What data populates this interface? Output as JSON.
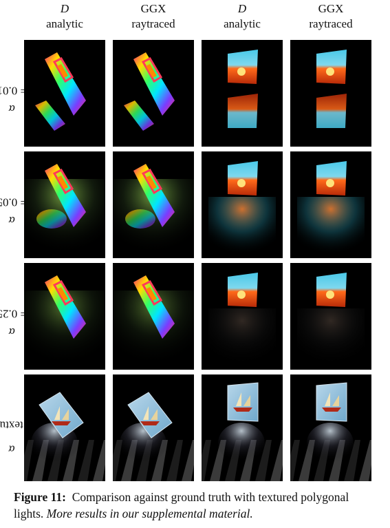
{
  "columns": [
    {
      "line1": "D",
      "line2": "analytic",
      "italic": true
    },
    {
      "line1": "GGX",
      "line2": "raytraced",
      "italic": false
    },
    {
      "line1": "D",
      "line2": "analytic",
      "italic": true
    },
    {
      "line1": "GGX",
      "line2": "raytraced",
      "italic": false
    }
  ],
  "rows": [
    {
      "symbol": "α",
      "eq": " = 0.01"
    },
    {
      "symbol": "α",
      "eq": " = 0.05"
    },
    {
      "symbol": "α",
      "eq": " = 0.25"
    },
    {
      "symbol": "α",
      "eq": " = texture"
    }
  ],
  "caption": {
    "label": "Figure 11:",
    "text": "Comparison against ground truth with textured polygonal lights.",
    "more": "More results in our supplemental material."
  }
}
